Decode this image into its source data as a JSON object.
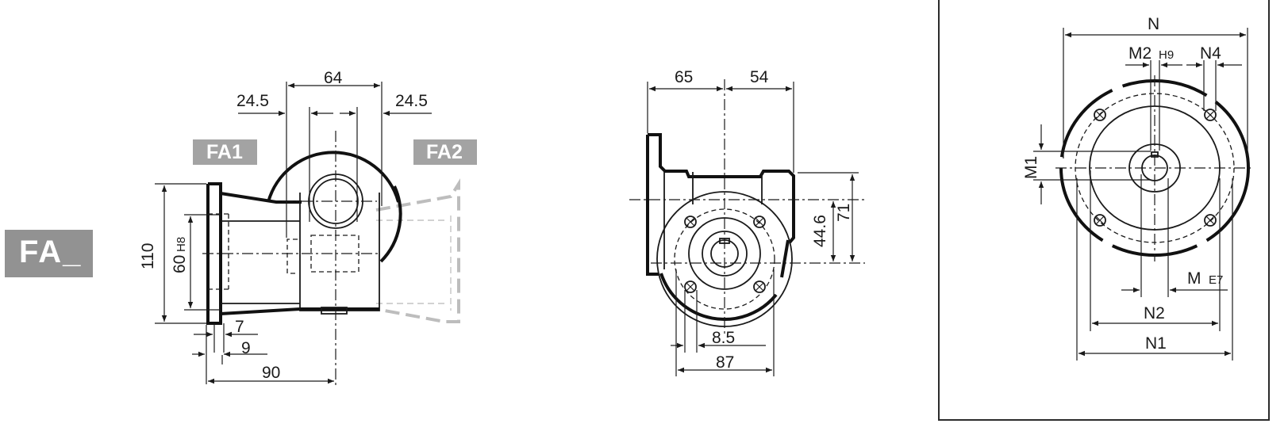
{
  "labels": {
    "series": "FA_",
    "variant_left": "FA1",
    "variant_right": "FA2"
  },
  "colors": {
    "tag_background": "#929292",
    "tag_text": "#ffffff",
    "line": "#1a1a1a",
    "ghost_line": "#bdbdbd",
    "background": "#ffffff"
  },
  "side_view": {
    "dims": {
      "top_span": "64",
      "left_offset": "24.5",
      "right_offset": "24.5",
      "flange_height": "110",
      "pilot_diameter": "60",
      "pilot_tolerance": "H8",
      "flange_thickness": "7",
      "spigot_depth": "9",
      "flange_to_center": "90"
    }
  },
  "front_view": {
    "dims": {
      "left_width": "65",
      "right_width": "54",
      "shaft_height": "44.6",
      "total_height": "71",
      "hole_diameter": "8.5",
      "bolt_circle_span": "87"
    }
  },
  "flange_detail": {
    "dims": {
      "outer": "N",
      "keyway_width": "M2",
      "keyway_tolerance": "H9",
      "hole": "N4",
      "key_height": "M1",
      "bore": "M",
      "bore_tolerance": "E7",
      "pilot": "N2",
      "bolt_circle": "N1"
    }
  }
}
